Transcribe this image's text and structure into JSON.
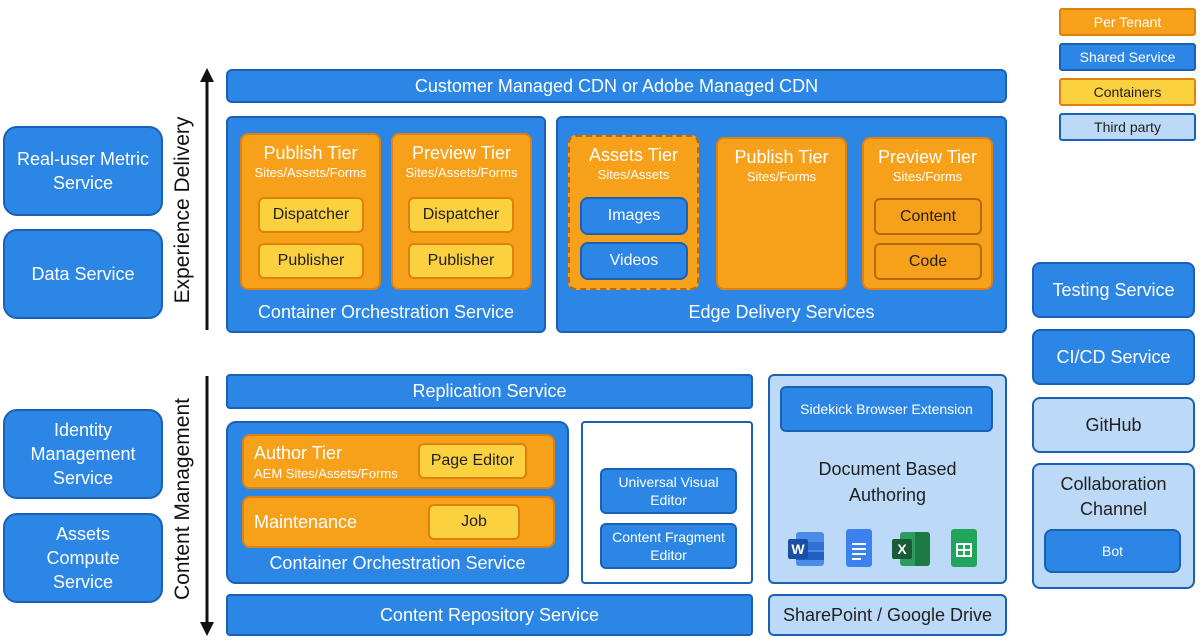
{
  "legend": {
    "per_tenant": "Per Tenant",
    "shared_service": "Shared Service",
    "containers": "Containers",
    "third_party": "Third party"
  },
  "axis": {
    "experience_delivery": "Experience Delivery",
    "content_management": "Content Management"
  },
  "left_services": {
    "rum": "Real-user Metric Service",
    "data": "Data Service",
    "identity": "Identity Management Service",
    "assets_compute": "Assets Compute Service"
  },
  "right_services": {
    "testing": "Testing Service",
    "cicd": "CI/CD Service",
    "github": "GitHub",
    "collab": "Collaboration Channel",
    "bot": "Bot"
  },
  "experience": {
    "cdn": "Customer Managed CDN or Adobe Managed CDN",
    "cos_label": "Container Orchestration Service",
    "publish_tier": {
      "title": "Publish Tier",
      "sub": "Sites/Assets/Forms",
      "dispatcher": "Dispatcher",
      "publisher": "Publisher"
    },
    "preview_tier": {
      "title": "Preview Tier",
      "sub": "Sites/Assets/Forms",
      "dispatcher": "Dispatcher",
      "publisher": "Publisher"
    },
    "eds_label": "Edge Delivery Services",
    "assets_tier": {
      "title": "Assets Tier",
      "sub": "Sites/Assets",
      "images": "Images",
      "videos": "Videos"
    },
    "eds_publish": {
      "title": "Publish Tier",
      "sub": "Sites/Forms"
    },
    "eds_preview": {
      "title": "Preview Tier",
      "sub": "Sites/Forms",
      "content": "Content",
      "code": "Code"
    }
  },
  "content_mgmt": {
    "replication": "Replication Service",
    "cos_label": "Container Orchestration Service",
    "author_tier": {
      "title": "Author Tier",
      "sub": "AEM Sites/Assets/Forms",
      "page_editor": "Page Editor"
    },
    "maintenance": {
      "title": "Maintenance",
      "job": "Job"
    },
    "universal_editor": "Universal Visual Editor",
    "cf_editor": "Content Fragment Editor",
    "repository": "Content Repository Service",
    "sidekick": "Sidekick Browser Extension",
    "doc_authoring": "Document Based Authoring",
    "sharepoint": "SharePoint / Google Drive"
  },
  "app_icons": [
    {
      "name": "word-icon",
      "letter": "W",
      "color": "#1f5fbf"
    },
    {
      "name": "docs-icon",
      "letter": "",
      "color": "#3b82f0"
    },
    {
      "name": "excel-icon",
      "letter": "X",
      "color": "#1e7a45"
    },
    {
      "name": "sheets-icon",
      "letter": "",
      "color": "#22a55a"
    }
  ],
  "colors": {
    "shared_service": "#2c86e6",
    "per_tenant": "#f7a01a",
    "containers": "#fbd13f",
    "third_party": "#bcd9f7"
  }
}
